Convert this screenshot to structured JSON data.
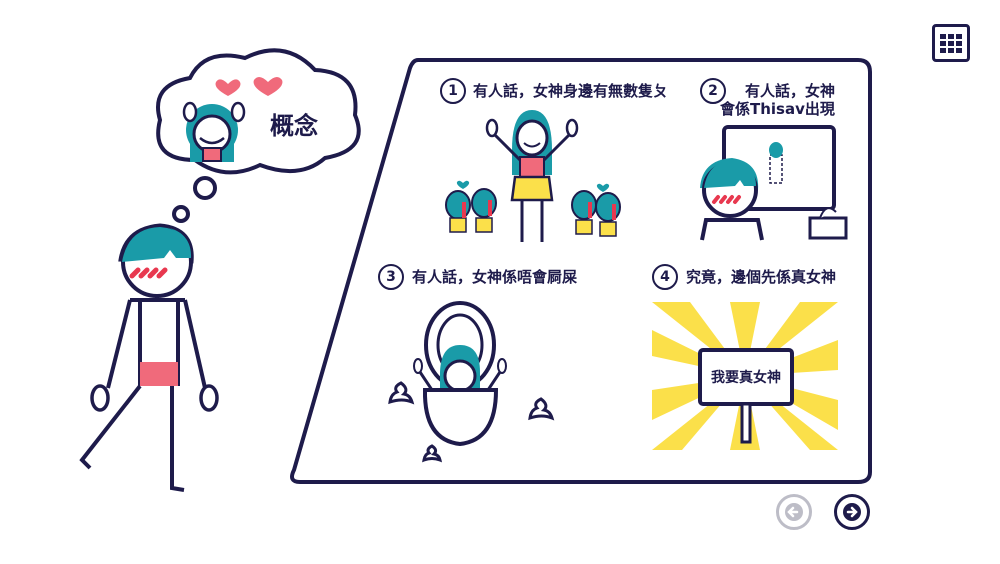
{
  "thought": {
    "title": "概念"
  },
  "panels": [
    {
      "number": "1",
      "caption": "有人話，女神身邊有無數隻ㄆ"
    },
    {
      "number": "2",
      "caption_line1": "有人話，女神",
      "caption_line2": "會係Thisav出現"
    },
    {
      "number": "3",
      "caption": "有人話，女神係唔會屙屎"
    },
    {
      "number": "4",
      "caption": "究竟，邊個先係真女神",
      "sign": "我要真女神"
    }
  ],
  "colors": {
    "navy": "#1e1b4b",
    "teal": "#1a9ba8",
    "pink": "#f06a7b",
    "yellow": "#fbe04a",
    "red": "#e8384f",
    "gray": "#bdbdc7"
  },
  "nav": {
    "prev_icon": "arrow-left-icon",
    "next_icon": "arrow-right-icon",
    "menu_icon": "grid-menu-icon"
  }
}
